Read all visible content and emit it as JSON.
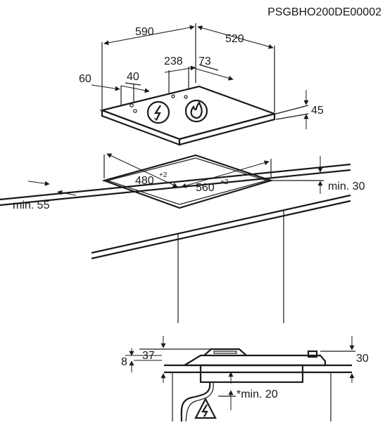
{
  "document_code": "PSGBHO200DE00002",
  "top_view": {
    "width": "590",
    "depth": "520",
    "offset_238": "238",
    "offset_73": "73",
    "offset_60": "60",
    "offset_40": "40",
    "height": "45"
  },
  "cutout": {
    "depth": "480",
    "depth_tol": "+2",
    "width": "560",
    "width_tol": "+2",
    "min_front": "min. 30",
    "min_side": "min. 55"
  },
  "side_view": {
    "dim_8": "8",
    "dim_37": "37",
    "dim_30": "30",
    "min_below": "*min. 20"
  },
  "icons": [
    "electric-power-icon",
    "gas-flame-icon",
    "electric-hazard-icon"
  ]
}
